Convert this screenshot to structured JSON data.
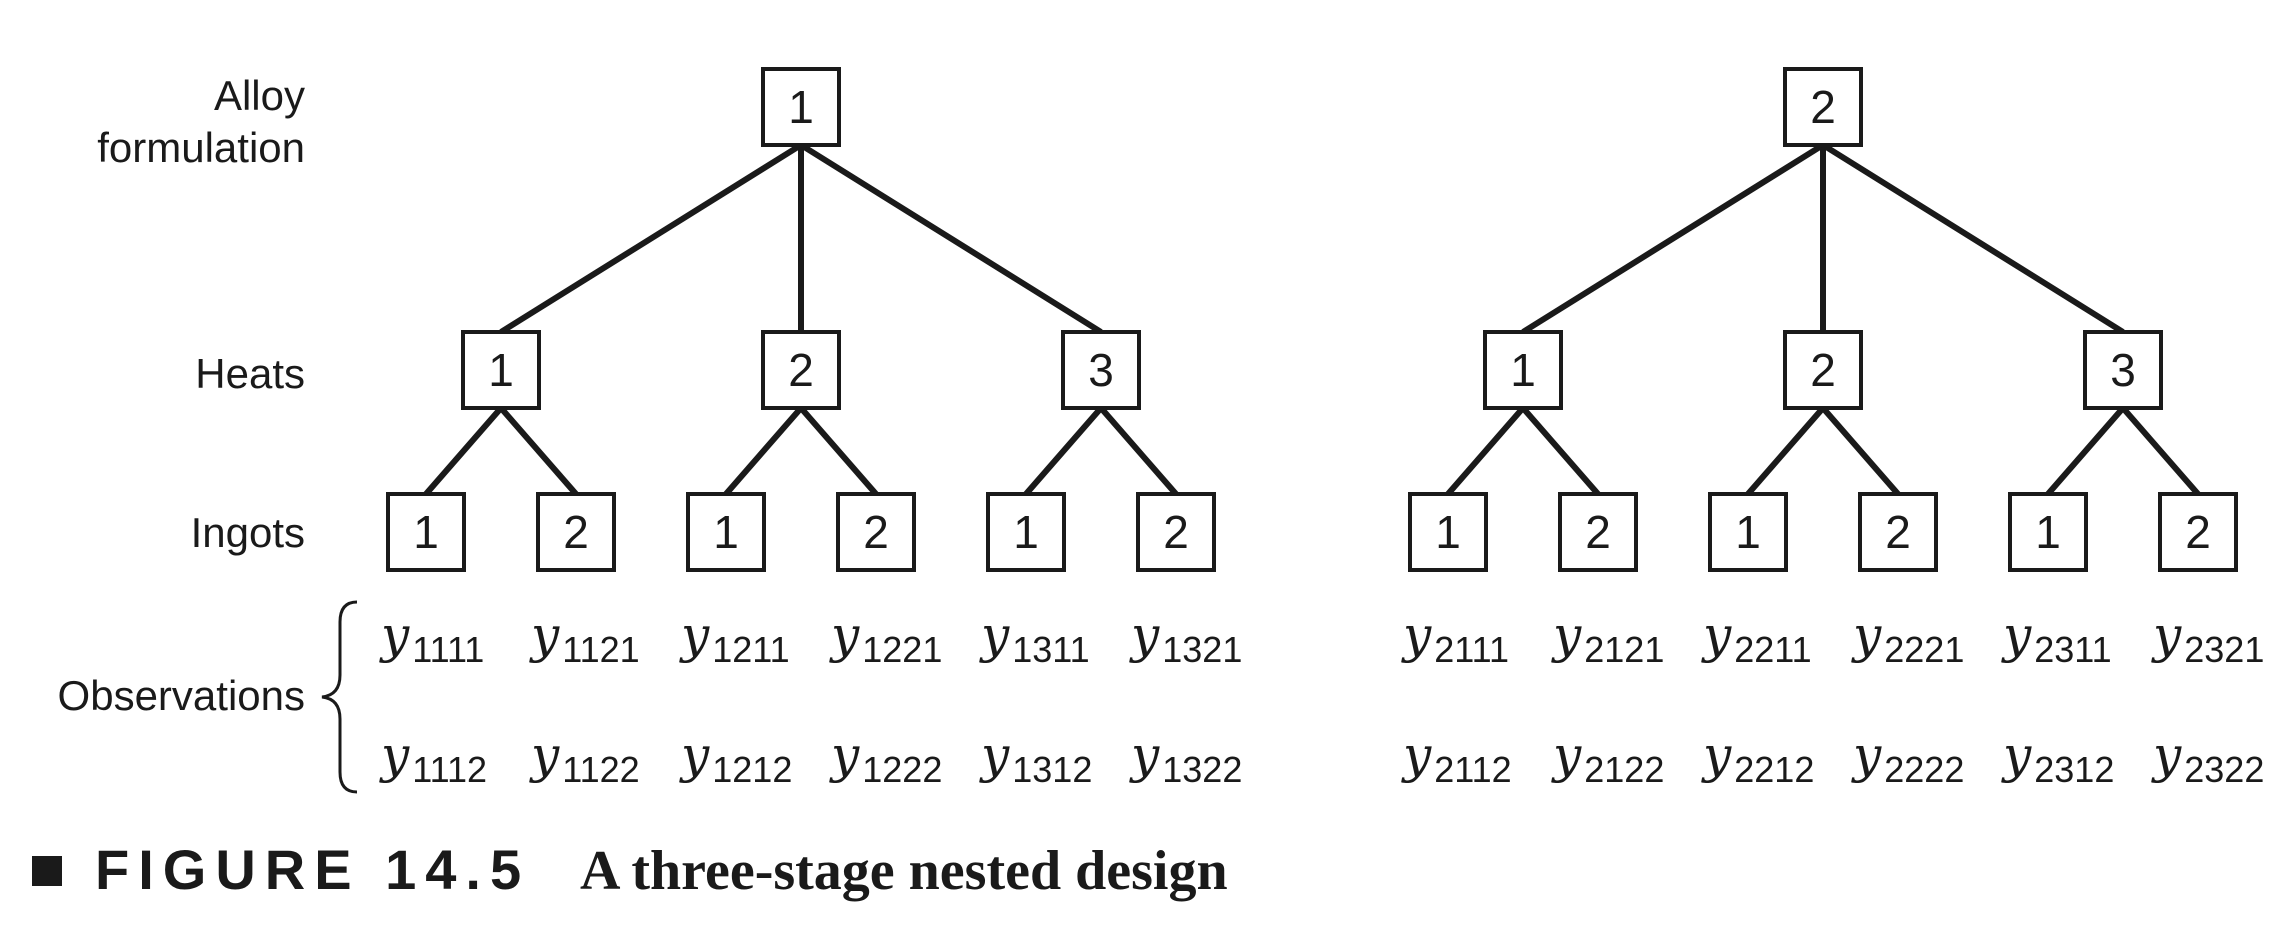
{
  "levels": {
    "alloy_line1": "Alloy",
    "alloy_line2": "formulation",
    "heats": "Heats",
    "ingots": "Ingots",
    "observations": "Observations"
  },
  "trees": [
    {
      "alloy": "1",
      "heats": [
        {
          "label": "1",
          "ingots": [
            {
              "label": "1",
              "obs": [
                "y1111",
                "y1112"
              ]
            },
            {
              "label": "2",
              "obs": [
                "y1121",
                "y1122"
              ]
            }
          ]
        },
        {
          "label": "2",
          "ingots": [
            {
              "label": "1",
              "obs": [
                "y1211",
                "y1212"
              ]
            },
            {
              "label": "2",
              "obs": [
                "y1221",
                "y1222"
              ]
            }
          ]
        },
        {
          "label": "3",
          "ingots": [
            {
              "label": "1",
              "obs": [
                "y1311",
                "y1312"
              ]
            },
            {
              "label": "2",
              "obs": [
                "y1321",
                "y1322"
              ]
            }
          ]
        }
      ]
    },
    {
      "alloy": "2",
      "heats": [
        {
          "label": "1",
          "ingots": [
            {
              "label": "1",
              "obs": [
                "y2111",
                "y2112"
              ]
            },
            {
              "label": "2",
              "obs": [
                "y2121",
                "y2122"
              ]
            }
          ]
        },
        {
          "label": "2",
          "ingots": [
            {
              "label": "1",
              "obs": [
                "y2211",
                "y2212"
              ]
            },
            {
              "label": "2",
              "obs": [
                "y2221",
                "y2222"
              ]
            }
          ]
        },
        {
          "label": "3",
          "ingots": [
            {
              "label": "1",
              "obs": [
                "y2311",
                "y2312"
              ]
            },
            {
              "label": "2",
              "obs": [
                "y2321",
                "y2322"
              ]
            }
          ]
        }
      ]
    }
  ],
  "caption": {
    "figure_number": "FIGURE 14.5",
    "title": "A three-stage nested design"
  }
}
